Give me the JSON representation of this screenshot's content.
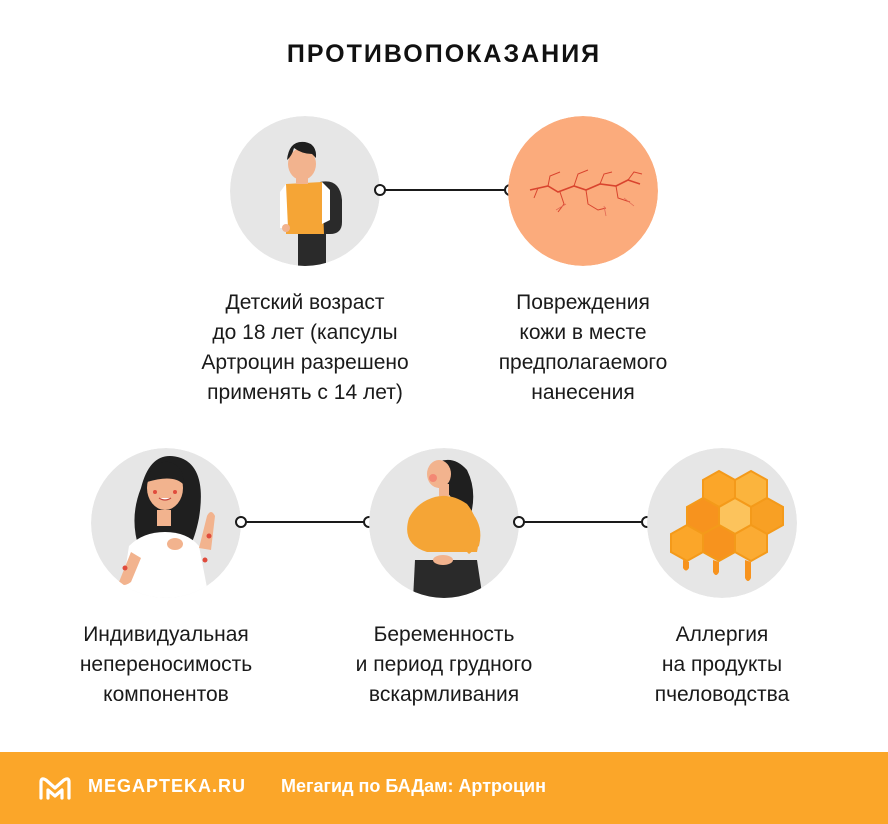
{
  "title": "ПРОТИВОПОКАЗАНИЯ",
  "items": [
    {
      "icon": "schoolboy-icon",
      "lines": [
        "Детский возраст",
        "до 18 лет (капсулы",
        "Артроцин разрешено",
        "применять с 14 лет)"
      ]
    },
    {
      "icon": "damaged-skin-icon",
      "lines": [
        "Повреждения",
        "кожи в месте",
        "предполагаемого",
        "нанесения"
      ]
    },
    {
      "icon": "skin-reaction-woman-icon",
      "lines": [
        "Индивидуальная",
        "непереносимость",
        "компонентов"
      ]
    },
    {
      "icon": "pregnant-woman-icon",
      "lines": [
        "Беременность",
        "и период грудного",
        "вскармливания"
      ]
    },
    {
      "icon": "honeycomb-icon",
      "lines": [
        "Аллергия",
        "на продукты",
        "пчеловодства"
      ]
    }
  ],
  "footer": {
    "brand": "MEGAPTEKA.RU",
    "tagline": "Мегагид по БАДам: Артроцин"
  },
  "colors": {
    "accent": "#fba629",
    "circle_bg": "#e6e6e6",
    "skin_circle": "#fbab7c"
  }
}
